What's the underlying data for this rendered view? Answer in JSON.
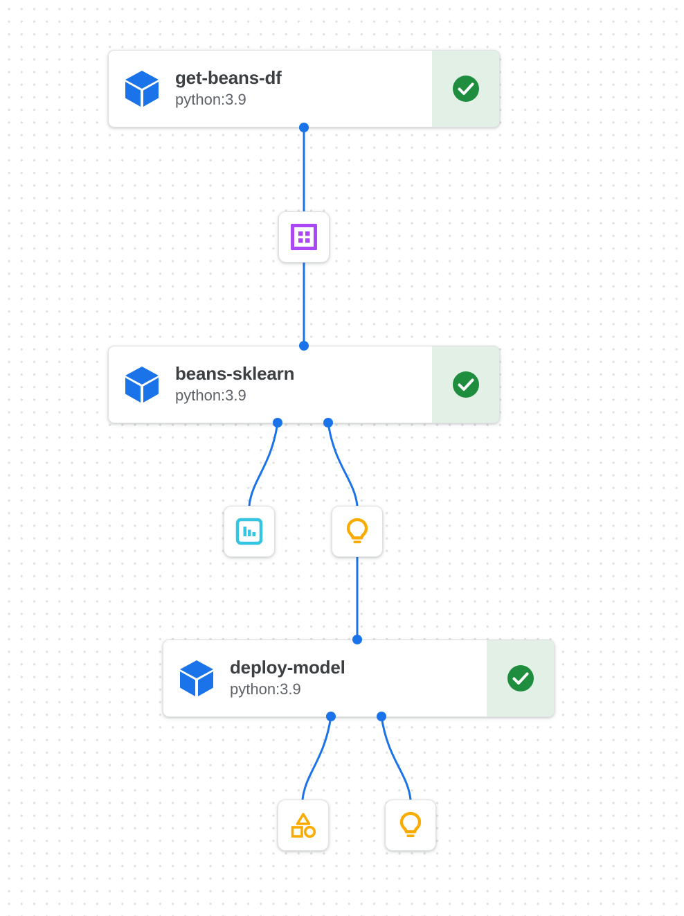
{
  "graph": {
    "view": "pipeline-dag",
    "background": {
      "dot_color": "#e0e0e0",
      "canvas_color": "#ffffff"
    },
    "theme": {
      "edge_color": "#1a73e8",
      "port_color": "#1a73e8",
      "task_icon_color": "#1a73e8",
      "status_success_color": "#1e8e3e",
      "status_success_bg": "#e3f0e6",
      "dataset_icon_color": "#ab47f5",
      "metrics_icon_color": "#36c5e0",
      "markdown_icon_color": "#f9ab00",
      "classification_icon_color": "#f9ab00"
    },
    "nodes": [
      {
        "id": "get-beans-df",
        "kind": "task",
        "title": "get-beans-df",
        "subtitle": "python:3.9",
        "icon": "cube-icon",
        "status": "success",
        "status_icon": "check-circle-icon"
      },
      {
        "id": "beans-df-artifact",
        "kind": "artifact",
        "icon": "dataset-icon",
        "icon_color": "#ab47f5"
      },
      {
        "id": "beans-sklearn",
        "kind": "task",
        "title": "beans-sklearn",
        "subtitle": "python:3.9",
        "icon": "cube-icon",
        "status": "success",
        "status_icon": "check-circle-icon"
      },
      {
        "id": "metrics-artifact",
        "kind": "artifact",
        "icon": "bar-chart-icon",
        "icon_color": "#36c5e0"
      },
      {
        "id": "model-artifact",
        "kind": "artifact",
        "icon": "lightbulb-icon",
        "icon_color": "#f9ab00"
      },
      {
        "id": "deploy-model",
        "kind": "task",
        "title": "deploy-model",
        "subtitle": "python:3.9",
        "icon": "cube-icon",
        "status": "success",
        "status_icon": "check-circle-icon"
      },
      {
        "id": "classification-artifact",
        "kind": "artifact",
        "icon": "shapes-icon",
        "icon_color": "#f9ab00"
      },
      {
        "id": "endpoint-artifact",
        "kind": "artifact",
        "icon": "lightbulb-icon",
        "icon_color": "#f9ab00"
      }
    ],
    "edges": [
      {
        "from": "get-beans-df",
        "to": "beans-df-artifact"
      },
      {
        "from": "beans-df-artifact",
        "to": "beans-sklearn"
      },
      {
        "from": "beans-sklearn",
        "to": "metrics-artifact"
      },
      {
        "from": "beans-sklearn",
        "to": "model-artifact"
      },
      {
        "from": "model-artifact",
        "to": "deploy-model"
      },
      {
        "from": "deploy-model",
        "to": "classification-artifact"
      },
      {
        "from": "deploy-model",
        "to": "endpoint-artifact"
      }
    ]
  }
}
